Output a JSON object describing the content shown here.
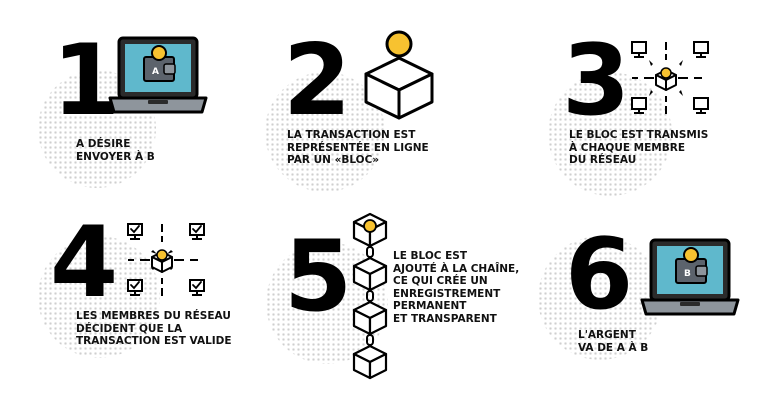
{
  "steps": [
    {
      "number": "1",
      "lines": [
        "A DÉSIRE",
        "ENVOYER À B"
      ]
    },
    {
      "number": "2",
      "lines": [
        "LA TRANSACTION EST",
        "REPRÉSENTÉE EN LIGNE",
        "PAR UN «BLOC»"
      ]
    },
    {
      "number": "3",
      "lines": [
        "LE BLOC EST TRANSMIS",
        "À CHAQUE MEMBRE",
        "DU RÉSEAU"
      ]
    },
    {
      "number": "4",
      "lines": [
        "LES MEMBRES DU RÉSEAU",
        "DÉCIDENT QUE LA",
        "TRANSACTION EST VALIDE"
      ]
    },
    {
      "number": "5",
      "lines": [
        "LE BLOC EST",
        "AJOUTÉ À LA CHAÎNE,",
        "CE QUI CRÉE UN",
        "ENREGISTREMENT",
        "PERMANENT",
        "ET TRANSPARENT"
      ]
    },
    {
      "number": "6",
      "lines": [
        "L'ARGENT",
        "VA DE A À B"
      ]
    }
  ],
  "screen_labels": {
    "step1": "A",
    "step6": "B"
  },
  "icons": {
    "step1": "laptop-wallet-icon",
    "step2": "cube-coin-icon",
    "step3": "network-broadcast-icon",
    "step4": "network-validate-icon",
    "step5": "blockchain-icon",
    "step6": "laptop-wallet-icon"
  },
  "colors": {
    "coin": "#f7c230",
    "screen": "#5fb8cc",
    "wallet": "#5c636c",
    "ink": "#000000",
    "dots": "#cfcfcf"
  }
}
